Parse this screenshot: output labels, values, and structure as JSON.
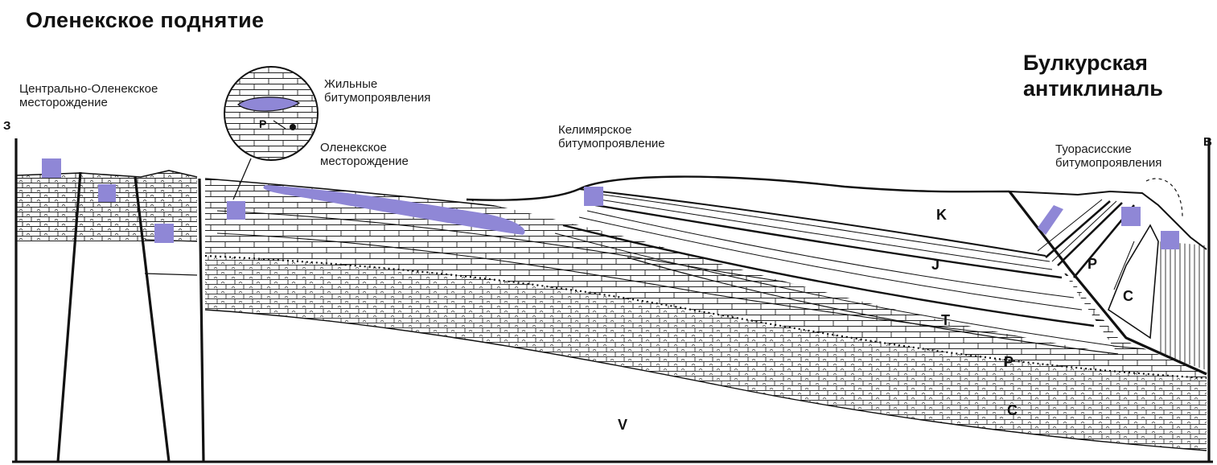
{
  "title": "Оленекское поднятие",
  "right_title_line1": "Булкурская",
  "right_title_line2": "антиклиналь",
  "direction_west": "З",
  "direction_east": "В",
  "labels": {
    "central_olenek_line1": "Центрально-Оленекское",
    "central_olenek_line2": "месторождение",
    "vein_line1": "Жильные",
    "vein_line2": "битумопроявления",
    "olenek_line1": "Оленекское",
    "olenek_line2": "месторождение",
    "kelimyar_line1": "Келимярское",
    "kelimyar_line2": "битумопроявление",
    "tuorasis_line1": "Туорасисские",
    "tuorasis_line2": "битумопроявления",
    "inset_symbol": "P"
  },
  "strata": {
    "K": "K",
    "J": "J",
    "T": "T",
    "P": "P",
    "C": "C",
    "V": "V",
    "P_right": "P",
    "C_right": "C"
  },
  "colors": {
    "bitumen": "#8f87d6",
    "lines": "#111111"
  }
}
